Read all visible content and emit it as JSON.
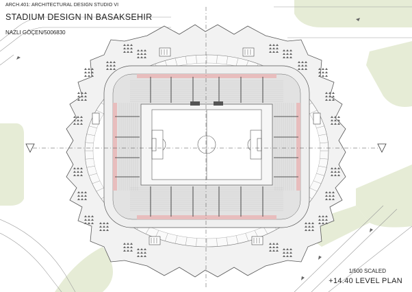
{
  "sheet": {
    "course": "ARCH.401: ARCHITECTURAL DESIGN STUDIO VI",
    "title": "STADIUM DESIGN IN BASAKSEHIR",
    "author": "NAZLI GÖÇEN/5006830",
    "scale": "1/500 SCALED",
    "level": "+14.40 LEVEL PLAN"
  },
  "colors": {
    "landscape": "#e6ecd6",
    "road": "#ffffff",
    "stand": "#e2e2e2",
    "concourse": "#efefef",
    "stand_edge": "#e8bdbd",
    "pitch": "#ffffff",
    "line": "#555555"
  }
}
